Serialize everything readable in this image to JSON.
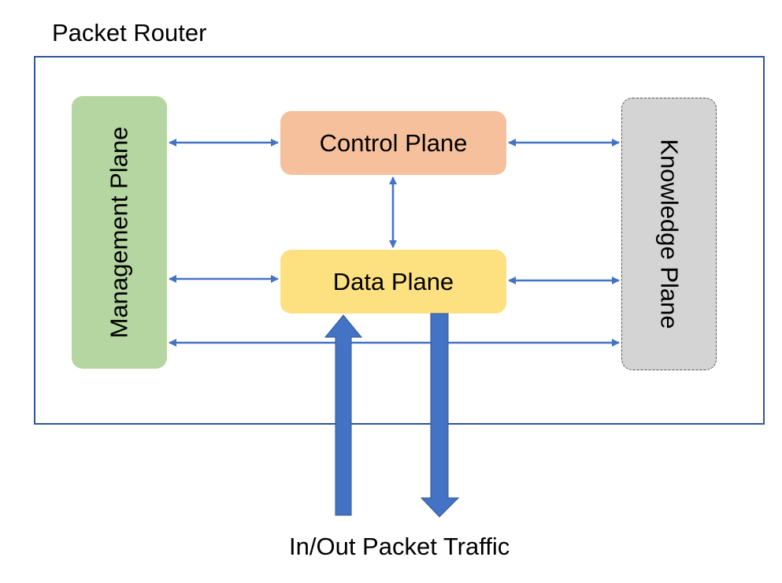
{
  "title": "Packet Router",
  "planes": {
    "control": "Control Plane",
    "data": "Data Plane",
    "management": "Management Plane",
    "knowledge": "Knowledge Plane"
  },
  "traffic_label": "In/Out Packet Traffic",
  "colors": {
    "frame": "#2f5597",
    "arrow": "#4472c4",
    "control_fill": "#f5c09b",
    "data_fill": "#fde07f",
    "management_fill": "#b5d6a0",
    "knowledge_fill": "#d4d4d4"
  }
}
